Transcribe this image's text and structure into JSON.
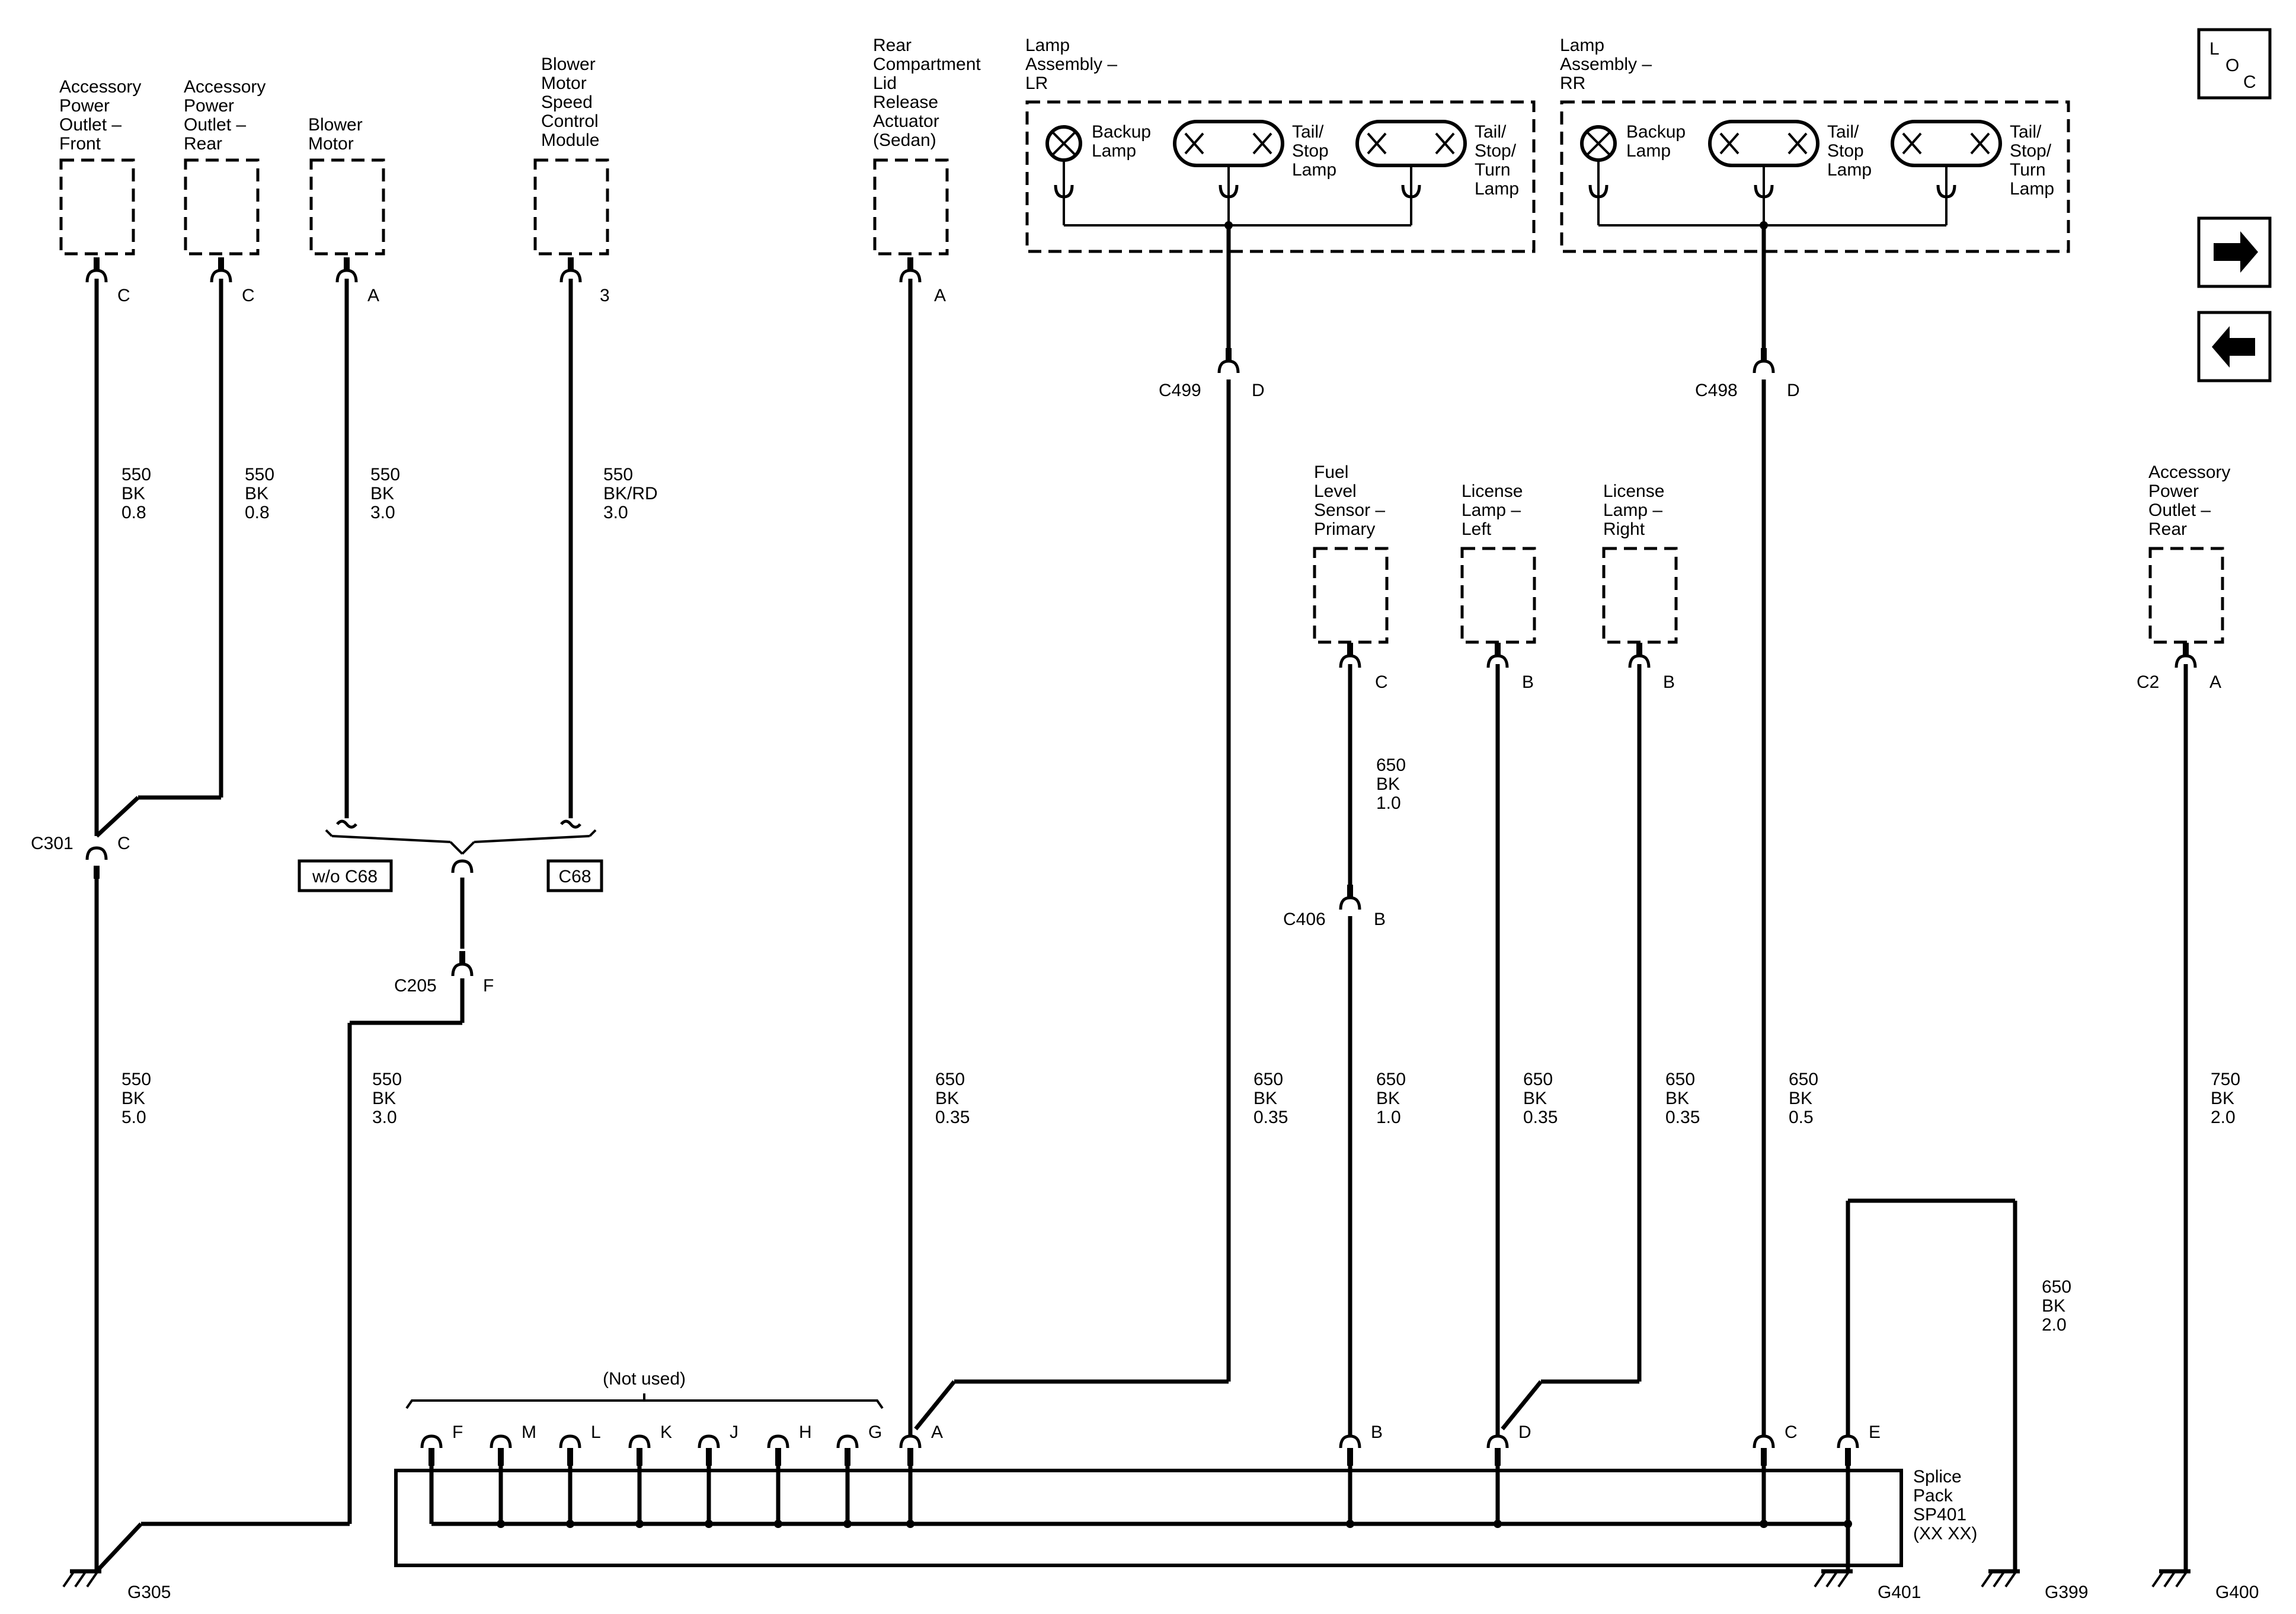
{
  "components": [
    {
      "id": "apo_front",
      "name_lines": [
        "Accessory",
        "Power",
        "Outlet –",
        "Front"
      ],
      "pin": "C"
    },
    {
      "id": "apo_rear_1",
      "name_lines": [
        "Accessory",
        "Power",
        "Outlet –",
        "Rear"
      ],
      "pin": "C"
    },
    {
      "id": "blower_motor",
      "name_lines": [
        "Blower",
        "Motor"
      ],
      "pin": "A"
    },
    {
      "id": "blower_control",
      "name_lines": [
        "Blower",
        "Motor",
        "Speed",
        "Control",
        "Module"
      ],
      "pin": "3"
    },
    {
      "id": "rear_lid",
      "name_lines": [
        "Rear",
        "Compartment",
        "Lid",
        "Release",
        "Actuator",
        "(Sedan)"
      ],
      "pin": "A"
    },
    {
      "id": "fuel_sensor",
      "name_lines": [
        "Fuel",
        "Level",
        "Sensor –",
        "Primary"
      ],
      "pin": "C"
    },
    {
      "id": "license_left",
      "name_lines": [
        "License",
        "Lamp –",
        "Left"
      ],
      "pin": "B"
    },
    {
      "id": "license_right",
      "name_lines": [
        "License",
        "Lamp –",
        "Right"
      ],
      "pin": "B"
    },
    {
      "id": "apo_rear_2",
      "name_lines": [
        "Accessory",
        "Power",
        "Outlet –",
        "Rear"
      ],
      "pin": "A",
      "connector": "C2"
    }
  ],
  "lamp_assemblies": [
    {
      "id": "lr",
      "name_lines": [
        "Lamp",
        "Assembly –",
        "LR"
      ],
      "backup": [
        "Backup",
        "Lamp"
      ],
      "tail": [
        "Tail/",
        "Stop",
        "Lamp"
      ],
      "turn": [
        "Tail/",
        "Stop/",
        "Turn",
        "Lamp"
      ],
      "connector": "C499",
      "pin": "D"
    },
    {
      "id": "rr",
      "name_lines": [
        "Lamp",
        "Assembly –",
        "RR"
      ],
      "backup": [
        "Backup",
        "Lamp"
      ],
      "tail": [
        "Tail/",
        "Stop",
        "Lamp"
      ],
      "turn": [
        "Tail/",
        "Stop/",
        "Turn",
        "Lamp"
      ],
      "connector": "C498",
      "pin": "D"
    }
  ],
  "wires": {
    "apo_front": [
      "550",
      "BK",
      "0.8"
    ],
    "apo_rear_1": [
      "550",
      "BK",
      "0.8"
    ],
    "blower_motor": [
      "550",
      "BK",
      "3.0"
    ],
    "blower_control": [
      "550",
      "BK/RD",
      "3.0"
    ],
    "g305_main": [
      "550",
      "BK",
      "5.0"
    ],
    "c205_down": [
      "550",
      "BK",
      "3.0"
    ],
    "rear_lid": [
      "650",
      "BK",
      "0.35"
    ],
    "lr": [
      "650",
      "BK",
      "0.35"
    ],
    "fuel_upper": [
      "650",
      "BK",
      "1.0"
    ],
    "fuel_lower": [
      "650",
      "BK",
      "1.0"
    ],
    "license_left": [
      "650",
      "BK",
      "0.35"
    ],
    "license_right": [
      "650",
      "BK",
      "0.35"
    ],
    "rr": [
      "650",
      "BK",
      "0.5"
    ],
    "g399": [
      "650",
      "BK",
      "2.0"
    ],
    "apo_rear_2": [
      "750",
      "BK",
      "2.0"
    ]
  },
  "connectors": {
    "c301": {
      "name": "C301",
      "pin": "C"
    },
    "c205": {
      "name": "C205",
      "pin": "F"
    },
    "c406": {
      "name": "C406",
      "pin": "B"
    }
  },
  "options": {
    "without": "w/o C68",
    "with": "C68"
  },
  "splice_pack": {
    "name_lines": [
      "Splice",
      "Pack",
      "SP401",
      "(XX XX)"
    ],
    "not_used": "(Not used)",
    "pins": [
      "F",
      "M",
      "L",
      "K",
      "J",
      "H",
      "G",
      "A",
      "B",
      "D",
      "C",
      "E"
    ]
  },
  "grounds": {
    "g305": "G305",
    "g401": "G401",
    "g399": "G399",
    "g400": "G400"
  },
  "nav": {
    "loc": [
      "L",
      "O",
      "C"
    ],
    "forward_icon": "arrow-right-icon",
    "back_icon": "arrow-left-icon"
  }
}
